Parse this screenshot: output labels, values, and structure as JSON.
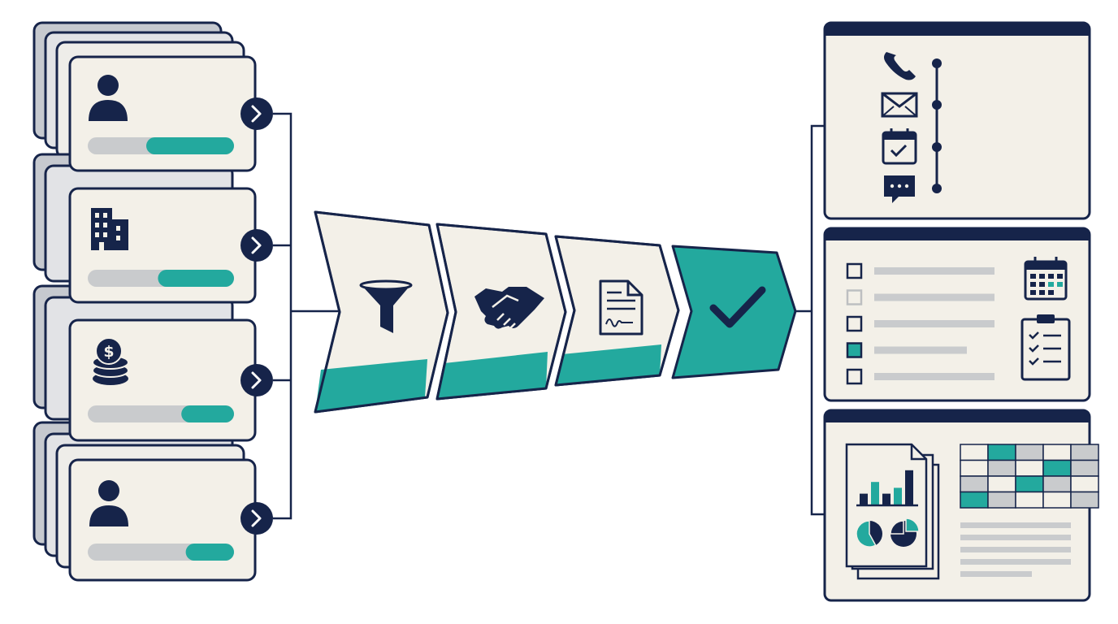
{
  "colors": {
    "navy": "#16244a",
    "teal": "#23a99e",
    "cream": "#f3f0e8",
    "gray": "#c9cbcd",
    "stack_gray": "#c6c9cf",
    "white": "#ffffff"
  },
  "lead_cards": [
    {
      "icon": "person-icon",
      "progress": 0.6
    },
    {
      "icon": "building-icon",
      "progress": 0.52
    },
    {
      "icon": "coins-icon",
      "progress": 0.36
    },
    {
      "icon": "person-icon",
      "progress": 0.33
    }
  ],
  "pipeline_stages": [
    {
      "icon": "funnel-icon",
      "highlighted": false
    },
    {
      "icon": "handshake-icon",
      "highlighted": false
    },
    {
      "icon": "contract-document-icon",
      "highlighted": false
    },
    {
      "icon": "checkmark-icon",
      "highlighted": true
    }
  ],
  "panels": {
    "activity": {
      "items": [
        "phone-icon",
        "envelope-icon",
        "calendar-check-icon",
        "chat-bubble-icon"
      ]
    },
    "tasks": {
      "rows": [
        {
          "checked": false,
          "bar_length": 1.0
        },
        {
          "checked": false,
          "bar_length": 1.0,
          "faded": true
        },
        {
          "checked": false,
          "bar_length": 1.0
        },
        {
          "checked": true,
          "bar_length": 0.77
        },
        {
          "checked": false,
          "bar_length": 1.0
        }
      ],
      "side_icons": [
        "calendar-icon",
        "clipboard-checklist-icon"
      ]
    },
    "reports": {
      "bar_values": [
        0.3,
        0.6,
        0.3,
        0.45,
        0.9
      ],
      "pie_shares": [
        0.42,
        0.75
      ],
      "grid_pattern": [
        [
          "none",
          "none",
          "gray",
          "teal"
        ],
        [
          "teal",
          "gray",
          "none",
          "gray"
        ],
        [
          "gray",
          "none",
          "teal",
          "none"
        ],
        [
          "none",
          "teal",
          "gray",
          "none"
        ],
        [
          "gray",
          "gray",
          "none",
          "gray"
        ]
      ],
      "text_lines": 5
    }
  }
}
